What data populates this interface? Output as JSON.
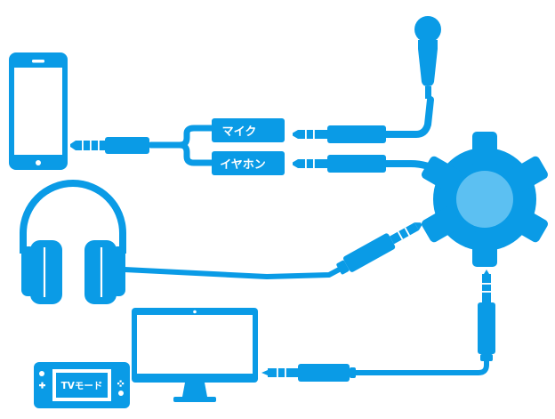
{
  "colors": {
    "primary": "#0a9be6",
    "dark": "#0878b8",
    "light": "#5cc0f2",
    "background": "#ffffff",
    "label_text": "#ffffff"
  },
  "labels": {
    "mic_adapter": "マイク",
    "earphone_adapter": "イヤホン",
    "tv_mode": "TVモード"
  },
  "icons": {
    "phone": "smartphone-icon",
    "mic": "microphone-icon",
    "headphones": "headphones-icon",
    "hub": "splitter-hub-icon",
    "monitor": "monitor-icon",
    "console": "game-console-icon"
  }
}
